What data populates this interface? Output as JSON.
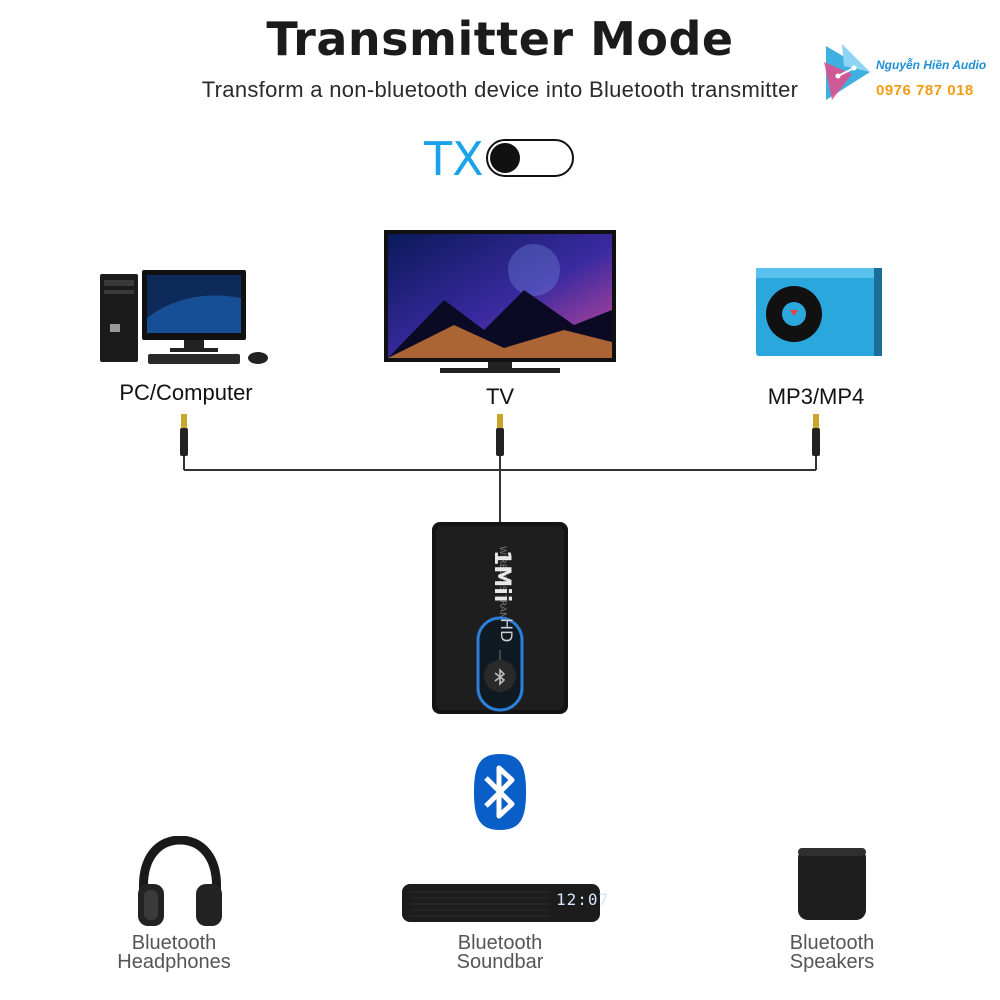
{
  "header": {
    "title": "Transmitter Mode",
    "subtitle": "Transform a non-bluetooth device into Bluetooth transmitter"
  },
  "brand": {
    "name": "Nguyễn Hiền Audio",
    "phone": "0976 787 018"
  },
  "mode": {
    "label": "TX",
    "toggle_state": "on-left"
  },
  "sources": [
    {
      "label": "PC/Computer",
      "icon": "pc-computer-icon"
    },
    {
      "label": "TV",
      "icon": "tv-icon"
    },
    {
      "label": "MP3/MP4",
      "icon": "mp3-player-icon"
    }
  ],
  "device": {
    "brand_text": "1Mii",
    "button_top": "HD",
    "button_bottom_icon": "bluetooth-icon"
  },
  "receivers": [
    {
      "line1": "Bluetooth",
      "line2": "Headphones",
      "icon": "headphones-icon"
    },
    {
      "line1": "Bluetooth",
      "line2": "Soundbar",
      "icon": "soundbar-icon"
    },
    {
      "line1": "Bluetooth",
      "line2": "Speakers",
      "icon": "speaker-icon"
    }
  ],
  "soundbar_display": "12:07",
  "colors": {
    "accent_blue": "#1aa3e8",
    "bluetooth_blue": "#0a5ec8",
    "mp3_blue": "#2aa7dd",
    "brand_orange": "#f39c12"
  }
}
